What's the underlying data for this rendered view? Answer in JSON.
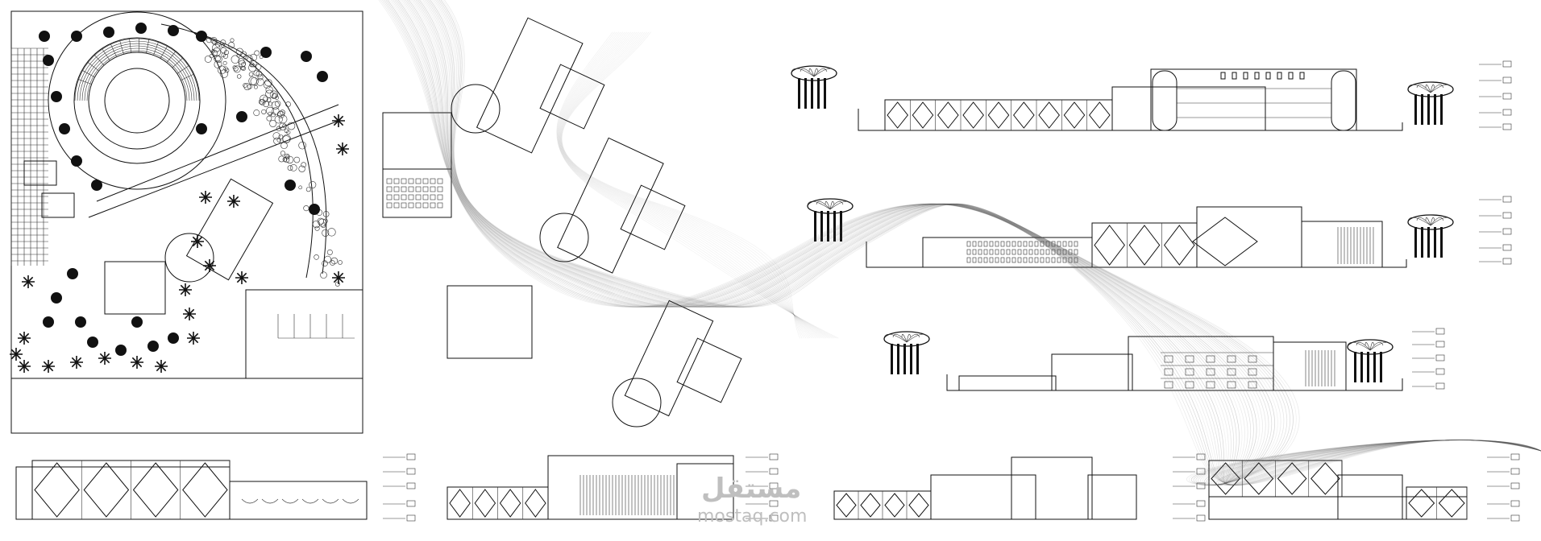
{
  "watermark": {
    "arabic": "مستقل",
    "latin": "mostaq.com"
  },
  "drawings": {
    "site_plan": "site plan",
    "floor_plans": "floor plans",
    "elevations": "elevations",
    "sections": "sections"
  },
  "colors": {
    "line": "#111111",
    "smoke": "#555555",
    "background": "#ffffff"
  }
}
